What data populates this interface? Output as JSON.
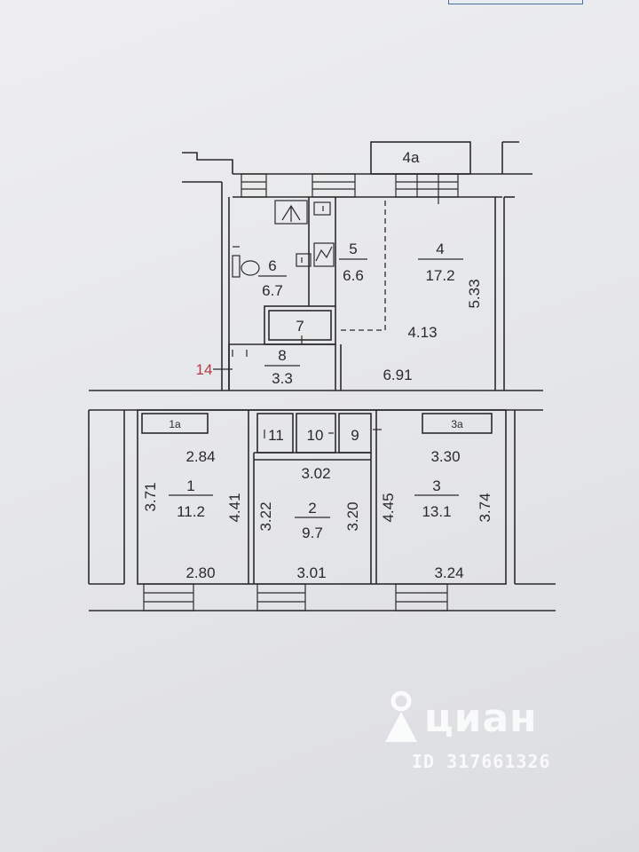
{
  "rooms": [
    {
      "id": "1",
      "area": "11.2"
    },
    {
      "id": "2",
      "area": "9.7"
    },
    {
      "id": "3",
      "area": "13.1"
    },
    {
      "id": "4",
      "area": "17.2"
    },
    {
      "id": "5",
      "area": "6.6"
    },
    {
      "id": "6",
      "area": "6.7"
    },
    {
      "id": "7"
    },
    {
      "id": "8",
      "area": "3.3"
    },
    {
      "id": "9"
    },
    {
      "id": "10"
    },
    {
      "id": "11"
    }
  ],
  "closets": [
    "1a",
    "3a"
  ],
  "annex_label": "4a",
  "entrance_marker": "14",
  "dimensions": {
    "r4_height": "5.33",
    "r4_width": "4.13",
    "corridor_len": "6.91",
    "r1_top": "2.84",
    "r1_left": "3.71",
    "r1_right": "4.41",
    "r1_bottom": "2.80",
    "r2_top": "3.02",
    "r2_left": "3.22",
    "r2_right": "3.20",
    "r2_bottom": "3.01",
    "r3_top": "3.30",
    "r3_left": "4.45",
    "r3_right": "3.74",
    "r3_bottom": "3.24"
  },
  "watermark": {
    "brand": "циан",
    "listing_id": "ID 317661326"
  },
  "colors": {
    "wall": "#2b2b2b",
    "marker": "#b23a48",
    "paper": "#e6e7ea"
  }
}
